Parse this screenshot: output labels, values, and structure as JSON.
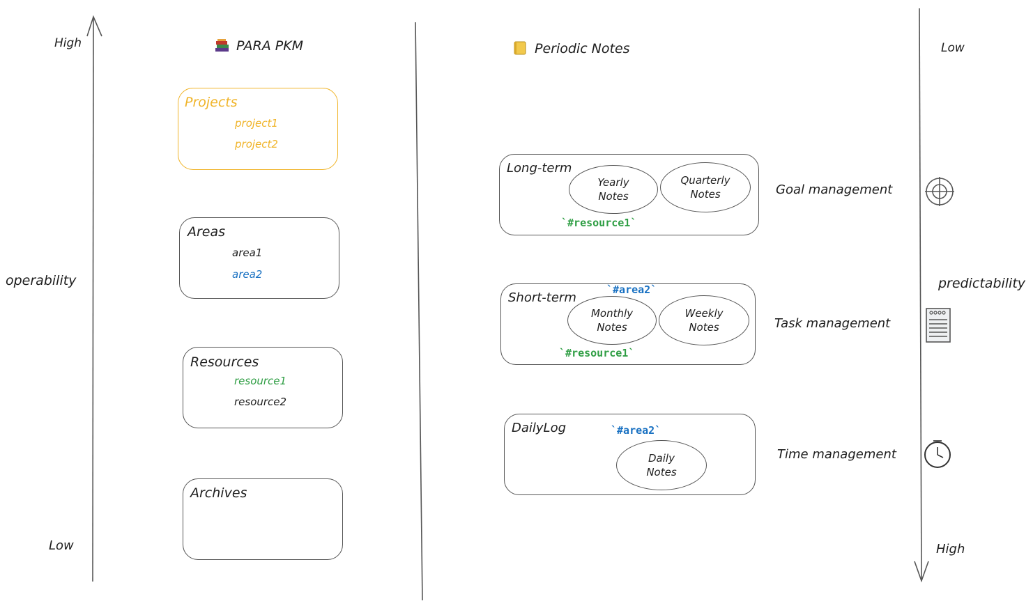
{
  "left_axis": {
    "top_label": "High",
    "bottom_label": "Low",
    "side_label": "operability"
  },
  "right_axis": {
    "top_label": "Low",
    "bottom_label": "High",
    "side_label": "predictability"
  },
  "para": {
    "title": "PARA PKM",
    "title_icon": "books-icon",
    "projects": {
      "title": "Projects",
      "items": [
        "project1",
        "project2"
      ],
      "color": "#f0b429"
    },
    "areas": {
      "title": "Areas",
      "items": [
        "area1",
        "area2"
      ],
      "item_colors": [
        "#1e1e1e",
        "#1971c2"
      ]
    },
    "resources": {
      "title": "Resources",
      "items": [
        "resource1",
        "resource2"
      ],
      "item_colors": [
        "#2f9e44",
        "#1e1e1e"
      ]
    },
    "archives": {
      "title": "Archives"
    }
  },
  "periodic": {
    "title": "Periodic Notes",
    "title_icon": "notebook-icon",
    "long_term": {
      "title": "Long-term",
      "notes": [
        "Yearly\nNotes",
        "Quarterly\nNotes"
      ],
      "tag": "`#resource1`",
      "purpose": "Goal management",
      "icon": "target-icon"
    },
    "short_term": {
      "title": "Short-term",
      "notes": [
        "Monthly\nNotes",
        "Weekly\nNotes"
      ],
      "tags": [
        "`#area2`",
        "`#resource1`"
      ],
      "purpose": "Task management",
      "icon": "list-icon"
    },
    "daily_log": {
      "title": "DailyLog",
      "notes": [
        "Daily\nNotes"
      ],
      "tag": "`#area2`",
      "purpose": "Time management",
      "icon": "clock-icon"
    }
  },
  "colors": {
    "stroke": "#555555",
    "blue": "#1971c2",
    "green": "#2f9e44",
    "yellow": "#f0b429"
  }
}
